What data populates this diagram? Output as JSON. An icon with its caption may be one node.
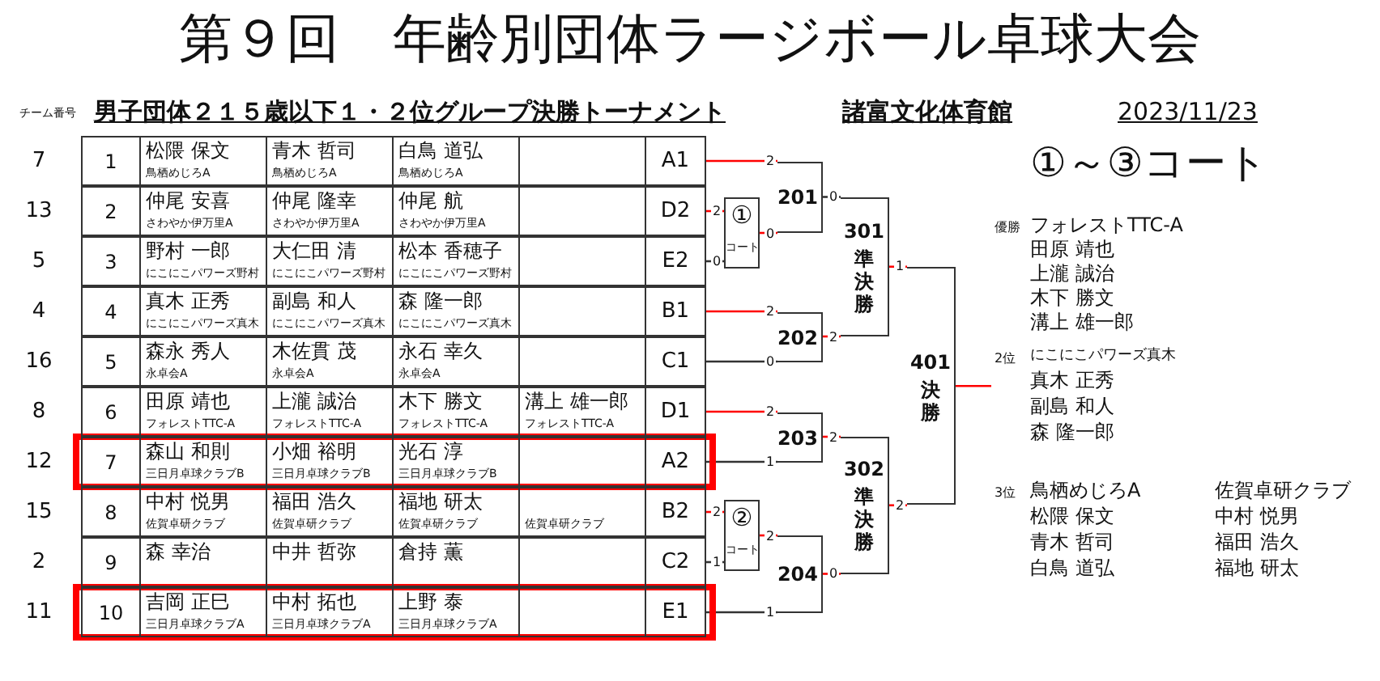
{
  "diagram": {
    "title": "第９回　年齢別団体ラージボール卓球大会",
    "nodes": [
      {
        "text": [
          "1",
          "松隈 保文",
          "鳥栖めじろA",
          "青木 哲司",
          "鳥栖めじろA",
          "白鳥 道弘",
          "鳥栖めじろA",
          "A1"
        ],
        "beside": [
          "7"
        ]
      },
      {
        "text": [
          "2",
          "仲尾 安喜",
          "さわやか伊万里A",
          "仲尾 隆幸",
          "さわやか伊万里A",
          "仲尾 航",
          "さわやか伊万里A",
          "D2"
        ],
        "beside": [
          "13"
        ]
      },
      {
        "text": [
          "3",
          "野村 一郎",
          "にこにこパワーズ野村",
          "大仁田 清",
          "にこにこパワーズ野村",
          "松本 香穂子",
          "にこにこパワーズ野村",
          "E2"
        ],
        "beside": [
          "5"
        ]
      },
      {
        "text": [
          "4",
          "真木 正秀",
          "にこにこパワーズ真木",
          "副島 和人",
          "にこにこパワーズ真木",
          "森 隆一郎",
          "にこにこパワーズ真木",
          "B1"
        ],
        "beside": [
          "4"
        ]
      },
      {
        "text": [
          "5",
          "森永 秀人",
          "永卓会A",
          "木佐貫 茂",
          "永卓会A",
          "永石 幸久",
          "永卓会A",
          "C1"
        ],
        "beside": [
          "16"
        ]
      },
      {
        "text": [
          "6",
          "田原 靖也",
          "フォレストTTC-A",
          "上瀧 誠治",
          "フォレストTTC-A",
          "木下 勝文",
          "フォレストTTC-A",
          "溝上 雄一郎",
          "フォレストTTC-A",
          "D1"
        ],
        "beside": [
          "8"
        ]
      },
      {
        "text": [
          "7",
          "森山 和則",
          "三日月卓球クラブB",
          "小畑 裕明",
          "三日月卓球クラブB",
          "光石 淳",
          "三日月卓球クラブB",
          "A2"
        ],
        "beside": [
          "12"
        ]
      },
      {
        "text": [
          "8",
          "中村 悦男",
          "佐賀卓研クラブ",
          "福田 浩久",
          "佐賀卓研クラブ",
          "福地 研太",
          "佐賀卓研クラブ",
          "佐賀卓研クラブ",
          "B2"
        ],
        "beside": [
          "15"
        ]
      },
      {
        "text": [
          "9",
          "森 幸治",
          "中井 哲弥",
          "倉持 薫",
          "C2"
        ],
        "beside": [
          "2"
        ]
      },
      {
        "text": [
          "10",
          "吉岡 正巳",
          "三日月卓球クラブA",
          "中村 拓也",
          "三日月卓球クラブA",
          "上野 泰",
          "三日月卓球クラブA",
          "E1"
        ],
        "beside": [
          "11"
        ]
      },
      {
        "text": [
          "①",
          "コート"
        ]
      },
      {
        "text": [
          "201"
        ]
      },
      {
        "text": [
          "202"
        ]
      },
      {
        "text": [
          "301",
          "準決勝"
        ]
      },
      {
        "text": [
          "203"
        ]
      },
      {
        "text": [
          "②",
          "コート"
        ]
      },
      {
        "text": [
          "204"
        ]
      },
      {
        "text": [
          "302",
          "準決勝"
        ]
      },
      {
        "text": [
          "401",
          "決勝"
        ]
      }
    ],
    "edges": [
      {
        "from": 0,
        "to": 11,
        "arrow": "none",
        "label": "2",
        "color": "#ff0000"
      },
      {
        "from": 1,
        "to": 10,
        "arrow": "none",
        "label": "2",
        "color": "#ff0000"
      },
      {
        "from": 2,
        "to": 10,
        "arrow": "none",
        "label": "0",
        "color": "#333333"
      },
      {
        "from": 10,
        "to": 11,
        "arrow": "none",
        "label": "0",
        "color": "#ff0000"
      },
      {
        "from": 3,
        "to": 12,
        "arrow": "none",
        "label": "2",
        "color": "#ff0000"
      },
      {
        "from": 4,
        "to": 12,
        "arrow": "none",
        "label": "0",
        "color": "#333333"
      },
      {
        "from": 11,
        "to": 13,
        "arrow": "none",
        "label": "0",
        "color": "#333333"
      },
      {
        "from": 12,
        "to": 13,
        "arrow": "none",
        "label": "2",
        "color": "#ff0000"
      },
      {
        "from": 5,
        "to": 14,
        "arrow": "none",
        "label": "2",
        "color": "#ff0000"
      },
      {
        "from": 6,
        "to": 14,
        "arrow": "none",
        "label": "1",
        "color": "#333333"
      },
      {
        "from": 7,
        "to": 15,
        "arrow": "none",
        "label": "2",
        "color": "#ff0000"
      },
      {
        "from": 8,
        "to": 15,
        "arrow": "none",
        "label": "1",
        "color": "#333333"
      },
      {
        "from": 15,
        "to": 16,
        "arrow": "none",
        "label": "2",
        "color": "#ff0000"
      },
      {
        "from": 9,
        "to": 16,
        "arrow": "none",
        "label": "1",
        "color": "#333333"
      },
      {
        "from": 14,
        "to": 17,
        "arrow": "none",
        "label": "2",
        "color": "#ff0000"
      },
      {
        "from": 16,
        "to": 17,
        "arrow": "none",
        "label": "0",
        "color": "#ff0000"
      },
      {
        "from": 13,
        "to": 18,
        "arrow": "none",
        "label": "1",
        "color": "#ff0000"
      },
      {
        "from": 17,
        "to": 18,
        "arrow": "none",
        "label": "2",
        "color": "#ff0000"
      },
      {
        "from": 18,
        "to": null,
        "arrow": "none",
        "color": "#ff0000"
      }
    ],
    "labels": [
      "チーム番号",
      "男子団体２１５歳以下１・２位グループ決勝トーナメント",
      "諸富文化体育館",
      "2023/11/23",
      "①～③コート",
      "優勝",
      "フォレストTTC-A",
      "田原 靖也",
      "上瀧 誠治",
      "木下 勝文",
      "溝上 雄一郎",
      "2位",
      "にこにこパワーズ真木",
      "真木 正秀",
      "副島 和人",
      "森 隆一郎",
      "3位",
      "鳥栖めじろA",
      "佐賀卓研クラブ",
      "松隈 保文",
      "中村 悦男",
      "青木 哲司",
      "福田 浩久",
      "白鳥 道弘",
      "福地 研太"
    ]
  }
}
